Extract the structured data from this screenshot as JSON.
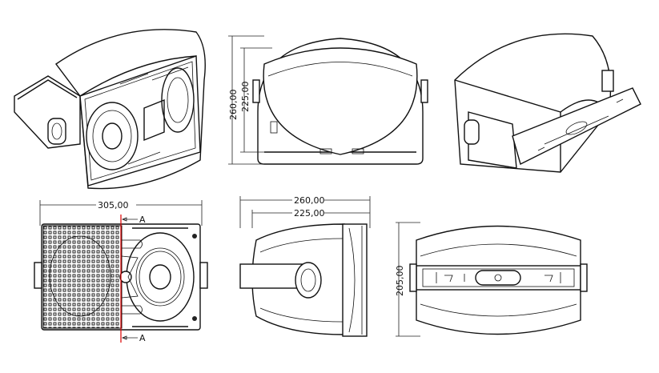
{
  "drawing": {
    "top_front_view": {
      "height_overall": "260,00",
      "height_body": "225,00"
    },
    "grille_front_view": {
      "width": "305,00",
      "section_mark_top": "A",
      "section_mark_bottom": "A"
    },
    "side_view": {
      "depth_overall": "260,00",
      "depth_body": "225,00"
    },
    "rear_view": {
      "height": "205,00"
    }
  }
}
